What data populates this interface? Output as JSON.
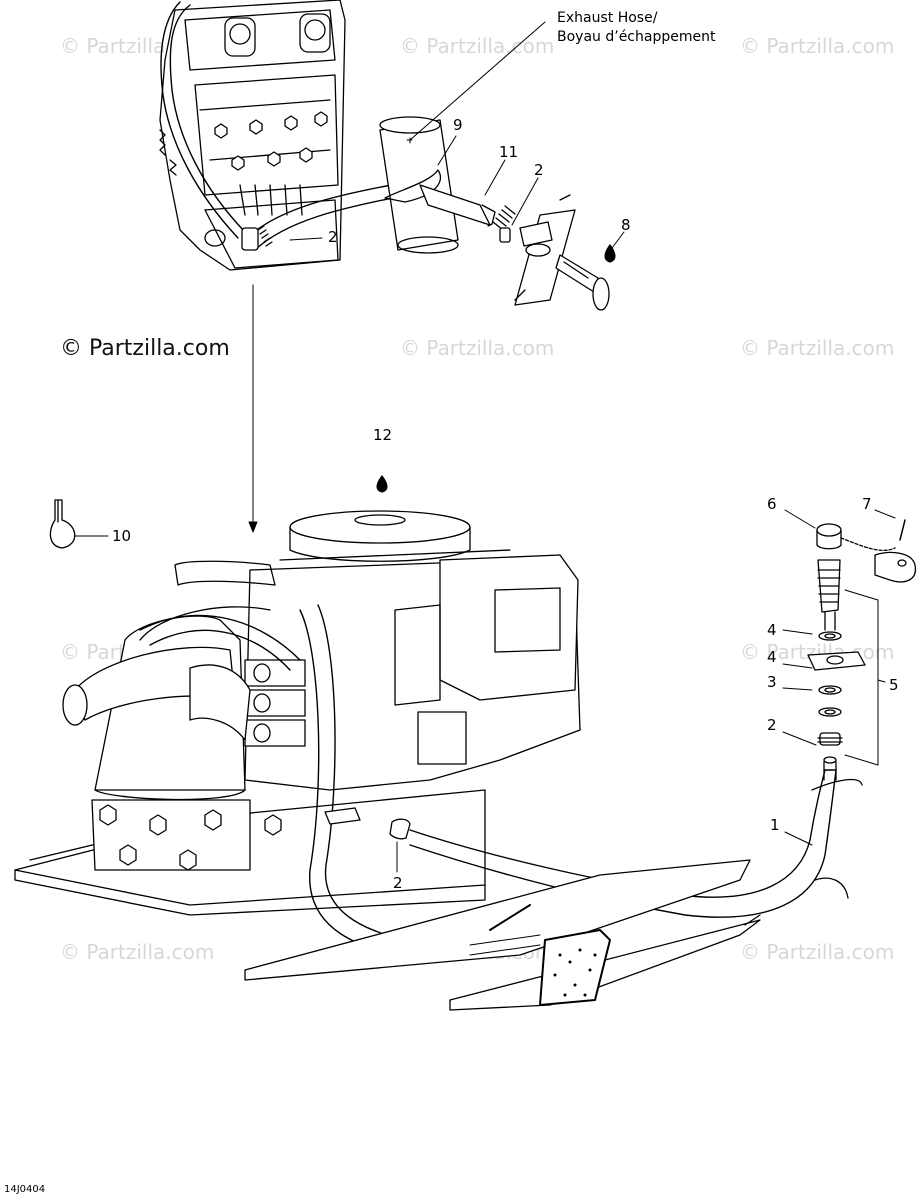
{
  "labels": {
    "exhaust_hose_en": "Exhaust Hose/",
    "exhaust_hose_fr": "Boyau d’échappement"
  },
  "callouts": {
    "c9": "9",
    "c11": "11",
    "c2_top_right": "2",
    "c8": "8",
    "c2_top_engine": "2",
    "c12": "12",
    "c10": "10",
    "c6": "6",
    "c7": "7",
    "c4_upper": "4",
    "c4_lower": "4",
    "c3": "3",
    "c2_right": "2",
    "c5": "5",
    "c1": "1",
    "c2_bottom": "2"
  },
  "watermarks": {
    "main": "© Partzilla.com",
    "faint": "© Partzilla.com"
  },
  "drawing_code": "14J0404"
}
